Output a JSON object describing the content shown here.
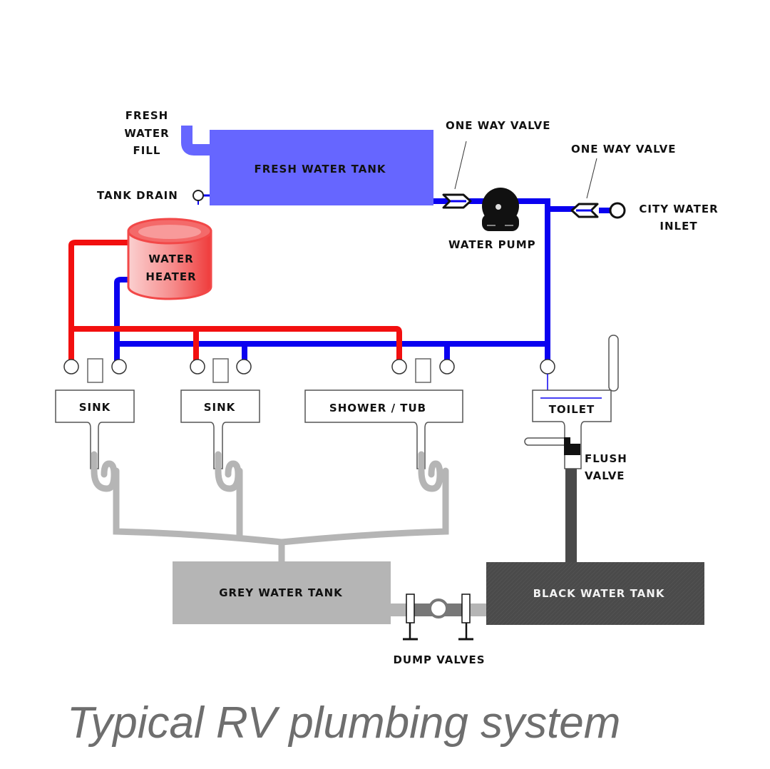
{
  "caption": "Typical RV plumbing system",
  "colors": {
    "fresh_tank": "#6666ff",
    "cold_pipe": "#0a00f0",
    "hot_pipe": "#f20f0f",
    "heater": "#f46a6a",
    "grey": "#b5b5b5",
    "black_tank": "#4a4a4a",
    "outline": "#555555"
  },
  "labels": {
    "fresh_water_fill": [
      "FRESH",
      "WATER",
      "FILL"
    ],
    "fresh_water_tank": "FRESH WATER TANK",
    "tank_drain": "TANK DRAIN",
    "one_way_valve_1": "ONE WAY VALVE",
    "one_way_valve_2": "ONE WAY VALVE",
    "water_pump": "WATER PUMP",
    "city_water_inlet": [
      "CITY WATER",
      "INLET"
    ],
    "water_heater": [
      "WATER",
      "HEATER"
    ],
    "sink_1": "SINK",
    "sink_2": "SINK",
    "shower_tub": "SHOWER / TUB",
    "toilet": "TOILET",
    "flush_valve": [
      "FLUSH",
      "VALVE"
    ],
    "grey_water_tank": "GREY WATER TANK",
    "black_water_tank": "BLACK WATER TANK",
    "dump_valves": "DUMP VALVES"
  }
}
